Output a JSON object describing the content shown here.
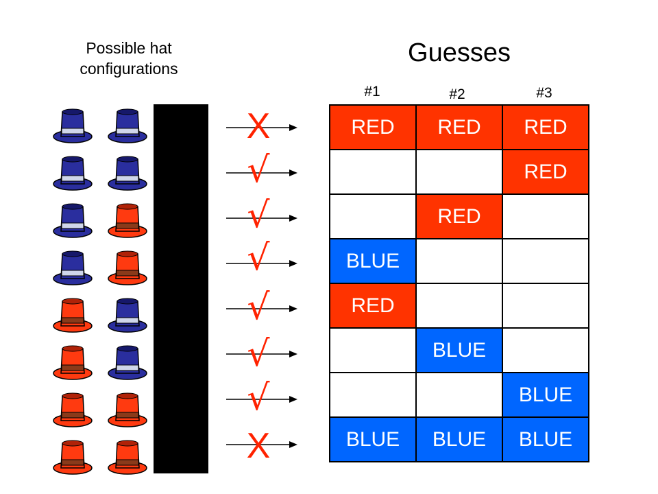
{
  "caption": "Possible hat configurations",
  "title": "Guesses",
  "columns": [
    "#1",
    "#2",
    "#3"
  ],
  "colors": {
    "red": "#ff3300",
    "blue": "#0066ff",
    "mark": "#ff2200"
  },
  "rows": [
    {
      "hats": [
        "blue",
        "blue"
      ],
      "mark": "X",
      "guesses": [
        "RED",
        "RED",
        "RED"
      ]
    },
    {
      "hats": [
        "blue",
        "blue"
      ],
      "mark": "√",
      "guesses": [
        "",
        "",
        "RED"
      ]
    },
    {
      "hats": [
        "blue",
        "red"
      ],
      "mark": "√",
      "guesses": [
        "",
        "RED",
        ""
      ]
    },
    {
      "hats": [
        "blue",
        "red"
      ],
      "mark": "√",
      "guesses": [
        "BLUE",
        "",
        ""
      ]
    },
    {
      "hats": [
        "red",
        "blue"
      ],
      "mark": "√",
      "guesses": [
        "RED",
        "",
        ""
      ]
    },
    {
      "hats": [
        "red",
        "blue"
      ],
      "mark": "√",
      "guesses": [
        "",
        "BLUE",
        ""
      ]
    },
    {
      "hats": [
        "red",
        "red"
      ],
      "mark": "√",
      "guesses": [
        "",
        "",
        "BLUE"
      ]
    },
    {
      "hats": [
        "red",
        "red"
      ],
      "mark": "X",
      "guesses": [
        "BLUE",
        "BLUE",
        "BLUE"
      ]
    }
  ]
}
